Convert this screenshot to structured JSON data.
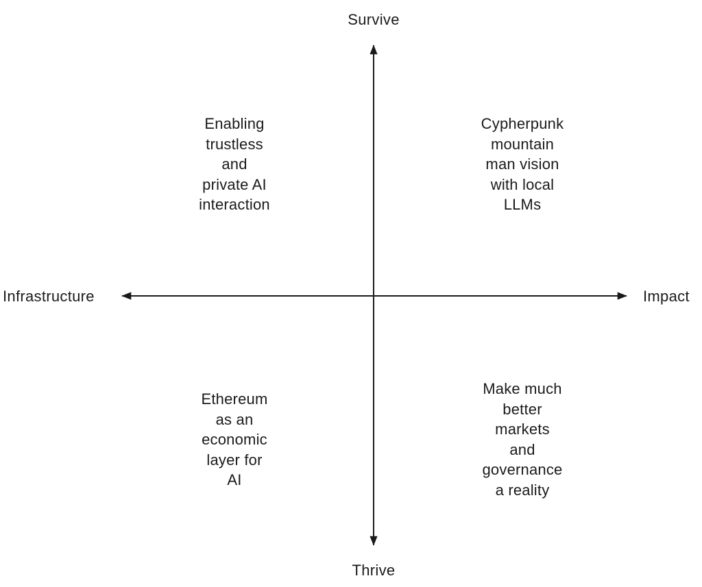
{
  "diagram": {
    "title": "survive-thrive-quadrant-diagram",
    "axes": {
      "top_label": "Survive",
      "bottom_label": "Thrive",
      "left_label": "Infrastructure",
      "right_label": "Impact"
    },
    "quadrants": {
      "top_left": "Enabling\ntrustless\nand\nprivate AI\ninteraction",
      "top_right": "Cypherpunk\nmountain\nman vision\nwith local\nLLMs",
      "bottom_left": "Ethereum\nas an\neconomic\nlayer for\nAI",
      "bottom_right": "Make much\nbetter\nmarkets\nand\ngovernance\na reality"
    },
    "colors": {
      "background": "#ffffff",
      "axis_line": "#1a1a1a",
      "text": "#1a1a1a"
    }
  }
}
